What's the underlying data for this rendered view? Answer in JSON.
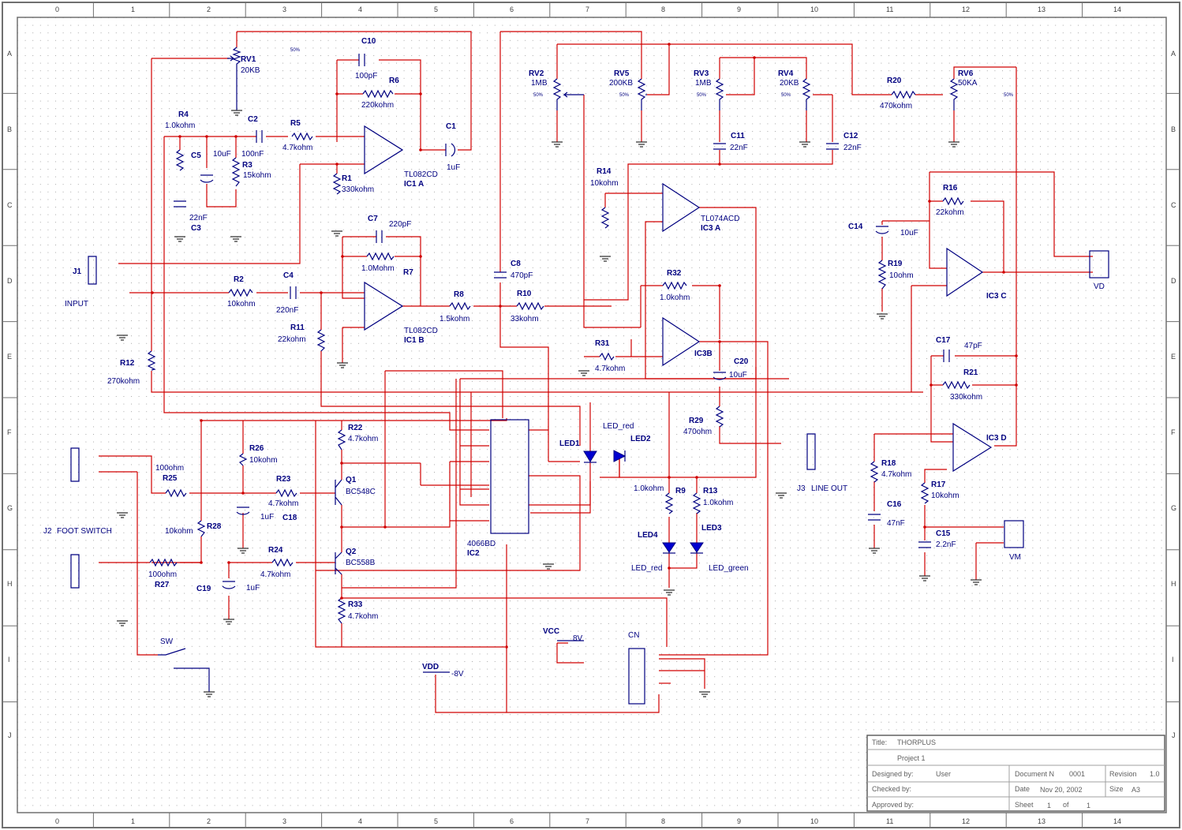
{
  "title_block": {
    "title_label": "Title:",
    "title_value": "THORPLUS",
    "project": "Project 1",
    "designed_label": "Designed by:",
    "designed_value": "User",
    "checked_label": "Checked by:",
    "approved_label": "Approved by:",
    "doc_label": "Document N",
    "doc_value": "0001",
    "rev_label": "Revision",
    "rev_value": "1.0",
    "date_label": "Date",
    "date_value": "Nov 20, 2002",
    "size_label": "Size",
    "size_value": "A3",
    "sheet_label": "Sheet",
    "sheet_value": "1",
    "of_label": "of",
    "of_value": "1"
  },
  "grid": {
    "cols": [
      "0",
      "1",
      "2",
      "3",
      "4",
      "5",
      "6",
      "7",
      "8",
      "9",
      "10",
      "11",
      "12",
      "13",
      "14"
    ],
    "rows": [
      "A",
      "B",
      "C",
      "D",
      "E",
      "F",
      "G",
      "H",
      "I",
      "J"
    ]
  },
  "components": [
    {
      "ref": "RV1",
      "value": "20KB"
    },
    {
      "ref": "C10",
      "value": "100pF"
    },
    {
      "ref": "R6",
      "value": "220kohm"
    },
    {
      "ref": "R4",
      "value": "1.0kohm"
    },
    {
      "ref": "C2",
      "value": "100nF"
    },
    {
      "ref": "R5",
      "value": "4.7kohm"
    },
    {
      "ref": "C1",
      "value": "1uF"
    },
    {
      "ref": "C5",
      "value": "10uF"
    },
    {
      "ref": "R3",
      "value": "15kohm"
    },
    {
      "ref": "C3",
      "value": "22nF"
    },
    {
      "ref": "R1",
      "value": "330kohm"
    },
    {
      "ref": "IC1 A",
      "value": "TL082CD"
    },
    {
      "ref": "C7",
      "value": "220pF"
    },
    {
      "ref": "R7",
      "value": "1.0Mohm"
    },
    {
      "ref": "R2",
      "value": "10kohm"
    },
    {
      "ref": "C4",
      "value": "220nF"
    },
    {
      "ref": "R11",
      "value": "22kohm"
    },
    {
      "ref": "IC1 B",
      "value": "TL082CD"
    },
    {
      "ref": "R8",
      "value": "1.5kohm"
    },
    {
      "ref": "C8",
      "value": "470pF"
    },
    {
      "ref": "R10",
      "value": "33kohm"
    },
    {
      "ref": "R12",
      "value": "270kohm"
    },
    {
      "ref": "RV2",
      "value": "1MB"
    },
    {
      "ref": "RV5",
      "value": "200KB"
    },
    {
      "ref": "RV3",
      "value": "1MB"
    },
    {
      "ref": "RV4",
      "value": "20KB"
    },
    {
      "ref": "C11",
      "value": "22nF"
    },
    {
      "ref": "C12",
      "value": "22nF"
    },
    {
      "ref": "R20",
      "value": "470kohm"
    },
    {
      "ref": "RV6",
      "value": "50KA"
    },
    {
      "ref": "R14",
      "value": "10kohm"
    },
    {
      "ref": "IC3 A",
      "value": "TL074ACD"
    },
    {
      "ref": "R32",
      "value": "1.0kohm"
    },
    {
      "ref": "IC3B",
      "value": ""
    },
    {
      "ref": "R31",
      "value": "4.7kohm"
    },
    {
      "ref": "C20",
      "value": "10uF"
    },
    {
      "ref": "R29",
      "value": "470ohm"
    },
    {
      "ref": "R16",
      "value": "22kohm"
    },
    {
      "ref": "C14",
      "value": "10uF"
    },
    {
      "ref": "R19",
      "value": "10ohm"
    },
    {
      "ref": "IC3 C",
      "value": ""
    },
    {
      "ref": "C17",
      "value": "47pF"
    },
    {
      "ref": "R21",
      "value": "330kohm"
    },
    {
      "ref": "IC3 D",
      "value": ""
    },
    {
      "ref": "R18",
      "value": "4.7kohm"
    },
    {
      "ref": "C16",
      "value": "47nF"
    },
    {
      "ref": "R17",
      "value": "10kohm"
    },
    {
      "ref": "C15",
      "value": "2.2nF"
    },
    {
      "ref": "R26",
      "value": "10kohm"
    },
    {
      "ref": "R25",
      "value": "100ohm"
    },
    {
      "ref": "R23",
      "value": "4.7kohm"
    },
    {
      "ref": "C18",
      "value": "1uF"
    },
    {
      "ref": "R22",
      "value": "4.7kohm"
    },
    {
      "ref": "Q1",
      "value": "BC548C"
    },
    {
      "ref": "R28",
      "value": "10kohm"
    },
    {
      "ref": "R24",
      "value": "4.7kohm"
    },
    {
      "ref": "Q2",
      "value": "BC558B"
    },
    {
      "ref": "R27",
      "value": "100ohm"
    },
    {
      "ref": "C19",
      "value": "1uF"
    },
    {
      "ref": "R33",
      "value": "4.7kohm"
    },
    {
      "ref": "IC2",
      "value": "4066BD"
    },
    {
      "ref": "LED1",
      "value": "LED_red"
    },
    {
      "ref": "LED2",
      "value": ""
    },
    {
      "ref": "R9",
      "value": "1.0kohm"
    },
    {
      "ref": "R13",
      "value": "1.0kohm"
    },
    {
      "ref": "LED4",
      "value": "LED_red"
    },
    {
      "ref": "LED3",
      "value": "LED_green"
    }
  ],
  "connectors": {
    "j1": "J1",
    "j1_label": "INPUT",
    "j2": "J2",
    "j2_label": "FOOT SWITCH",
    "j3": "J3",
    "j3_label": "LINE OUT",
    "vd": "VD",
    "vm": "VM",
    "cn": "CN",
    "sw": "SW",
    "vcc": "VCC",
    "vcc_value": "8V",
    "vdd": "VDD",
    "vdd_value": "-8V"
  },
  "pct": "50%"
}
